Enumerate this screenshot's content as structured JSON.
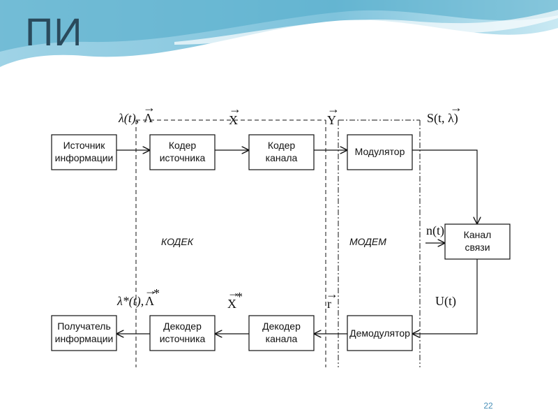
{
  "slide": {
    "title": "ПИ",
    "number": "22"
  },
  "blocks": {
    "source": {
      "line1": "Источник",
      "line2": "информации"
    },
    "src_coder": {
      "line1": "Кодер",
      "line2": "источника"
    },
    "ch_coder": {
      "line1": "Кодер",
      "line2": "канала"
    },
    "modulator": {
      "line1": "Модулятор"
    },
    "channel": {
      "line1": "Канал",
      "line2": "связи"
    },
    "demodulator": {
      "line1": "Демодулятор"
    },
    "ch_decoder": {
      "line1": "Декодер",
      "line2": "канала"
    },
    "src_decoder": {
      "line1": "Декодер",
      "line2": "источника"
    },
    "receiver": {
      "line1": "Получатель",
      "line2": "информации"
    }
  },
  "sections": {
    "codec": "КОДЕК",
    "modem": "МОДЕМ"
  },
  "signals": {
    "lambda_t": "λ(t),",
    "Lambda": "Λ",
    "X": "X",
    "Y": "Y",
    "S": "S(t, λ)",
    "n": "n(t)",
    "U": "U(t)",
    "r": "r",
    "X_star": "X",
    "lambda_star": "λ*(t),",
    "Lambda_star": "Λ",
    "star": "*",
    "vector_arrow": "→"
  },
  "colors": {
    "title": "#2a4a5c",
    "wave_light": "#bfe3ef",
    "wave_mid": "#8ccbe0",
    "wave_dark": "#4fa9c9",
    "line": "#111111",
    "slide_number": "#4a90b8"
  }
}
